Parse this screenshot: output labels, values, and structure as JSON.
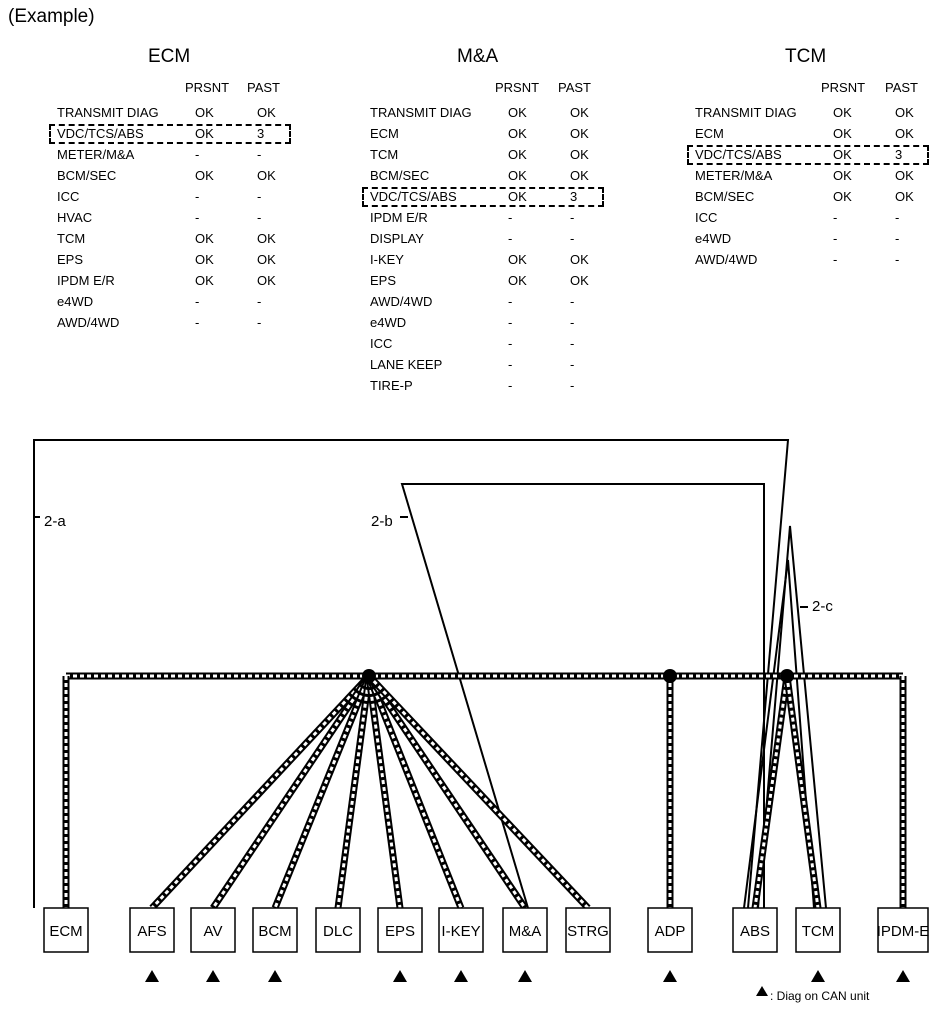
{
  "example_label": "(Example)",
  "col_headers": {
    "present": "PRSNT",
    "past": "PAST"
  },
  "tables": [
    {
      "id": "ecm",
      "title": "ECM",
      "rows": [
        {
          "label": "TRANSMIT DIAG",
          "present": "OK",
          "past": "OK"
        },
        {
          "label": "VDC/TCS/ABS",
          "present": "OK",
          "past": "3",
          "highlight": true
        },
        {
          "label": "METER/M&A",
          "present": "-",
          "past": "-"
        },
        {
          "label": "BCM/SEC",
          "present": "OK",
          "past": "OK"
        },
        {
          "label": "ICC",
          "present": "-",
          "past": "-"
        },
        {
          "label": "HVAC",
          "present": "-",
          "past": "-"
        },
        {
          "label": "TCM",
          "present": "OK",
          "past": "OK"
        },
        {
          "label": "EPS",
          "present": "OK",
          "past": "OK"
        },
        {
          "label": "IPDM E/R",
          "present": "OK",
          "past": "OK"
        },
        {
          "label": "e4WD",
          "present": "-",
          "past": "-"
        },
        {
          "label": "AWD/4WD",
          "present": "-",
          "past": "-"
        }
      ]
    },
    {
      "id": "ma",
      "title": "M&A",
      "rows": [
        {
          "label": "TRANSMIT DIAG",
          "present": "OK",
          "past": "OK"
        },
        {
          "label": "ECM",
          "present": "OK",
          "past": "OK"
        },
        {
          "label": "TCM",
          "present": "OK",
          "past": "OK"
        },
        {
          "label": "BCM/SEC",
          "present": "OK",
          "past": "OK"
        },
        {
          "label": "VDC/TCS/ABS",
          "present": "OK",
          "past": "3",
          "highlight": true
        },
        {
          "label": "IPDM E/R",
          "present": "-",
          "past": "-"
        },
        {
          "label": "DISPLAY",
          "present": "-",
          "past": "-"
        },
        {
          "label": "I-KEY",
          "present": "OK",
          "past": "OK"
        },
        {
          "label": "EPS",
          "present": "OK",
          "past": "OK"
        },
        {
          "label": "AWD/4WD",
          "present": "-",
          "past": "-"
        },
        {
          "label": "e4WD",
          "present": "-",
          "past": "-"
        },
        {
          "label": "ICC",
          "present": "-",
          "past": "-"
        },
        {
          "label": "LANE KEEP",
          "present": "-",
          "past": "-"
        },
        {
          "label": "TIRE-P",
          "present": "-",
          "past": "-"
        }
      ]
    },
    {
      "id": "tcm",
      "title": "TCM",
      "rows": [
        {
          "label": "TRANSMIT DIAG",
          "present": "OK",
          "past": "OK"
        },
        {
          "label": "ECM",
          "present": "OK",
          "past": "OK"
        },
        {
          "label": "VDC/TCS/ABS",
          "present": "OK",
          "past": "3",
          "highlight": true
        },
        {
          "label": "METER/M&A",
          "present": "OK",
          "past": "OK"
        },
        {
          "label": "BCM/SEC",
          "present": "OK",
          "past": "OK"
        },
        {
          "label": "ICC",
          "present": "-",
          "past": "-"
        },
        {
          "label": "e4WD",
          "present": "-",
          "past": "-"
        },
        {
          "label": "AWD/4WD",
          "present": "-",
          "past": "-"
        }
      ]
    }
  ],
  "path_labels": [
    "2-a",
    "2-b",
    "2-c"
  ],
  "nodes": [
    {
      "id": "ecm",
      "label": "ECM",
      "diag": false
    },
    {
      "id": "afs",
      "label": "AFS",
      "diag": true
    },
    {
      "id": "av",
      "label": "AV",
      "diag": true
    },
    {
      "id": "bcm",
      "label": "BCM",
      "diag": true
    },
    {
      "id": "dlc",
      "label": "DLC",
      "diag": false
    },
    {
      "id": "eps",
      "label": "EPS",
      "diag": true
    },
    {
      "id": "ikey",
      "label": "I-KEY",
      "diag": true
    },
    {
      "id": "ma",
      "label": "M&A",
      "diag": true
    },
    {
      "id": "strg",
      "label": "STRG",
      "diag": false
    },
    {
      "id": "adp",
      "label": "ADP",
      "diag": true
    },
    {
      "id": "abs",
      "label": "ABS",
      "diag": false
    },
    {
      "id": "tcm",
      "label": "TCM",
      "diag": true
    },
    {
      "id": "ipdm",
      "label": "IPDM-E",
      "diag": true
    }
  ],
  "legend": {
    "symbol": "triangle-icon",
    "text": ": Diag on CAN unit"
  }
}
